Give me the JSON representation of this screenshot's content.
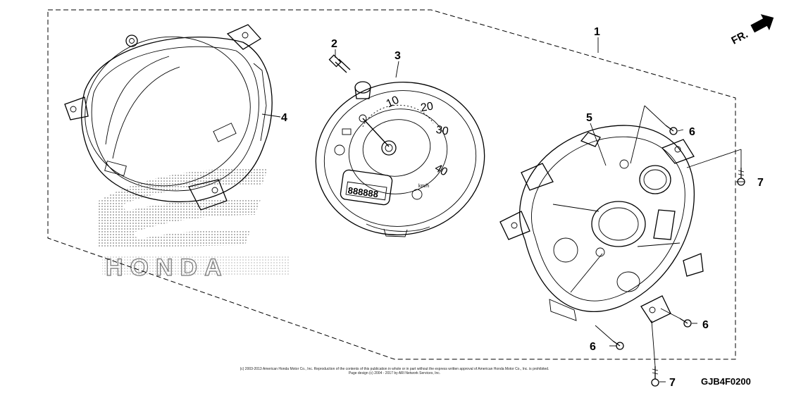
{
  "direction_indicator": {
    "label": "FR."
  },
  "watermark": {
    "text": "HONDA"
  },
  "callouts": [
    "1",
    "2",
    "3",
    "4",
    "5",
    "6",
    "6",
    "6",
    "7",
    "7"
  ],
  "gauge": {
    "scale_labels": [
      "10",
      "20",
      "30",
      "40"
    ],
    "unit_label": "km/h",
    "odometer_display": "888888"
  },
  "copyright": {
    "line1": "(c) 2003-2013 American Honda Motor Co., Inc. Reproduction of the contents of this publication in whole or in part without the express written approval of American Honda Motor Co., Inc. is prohibited.",
    "line2": "Page design (c) 2004 - 2017 by ARI Network Services, Inc."
  },
  "diagram_code": "GJB4F0200"
}
